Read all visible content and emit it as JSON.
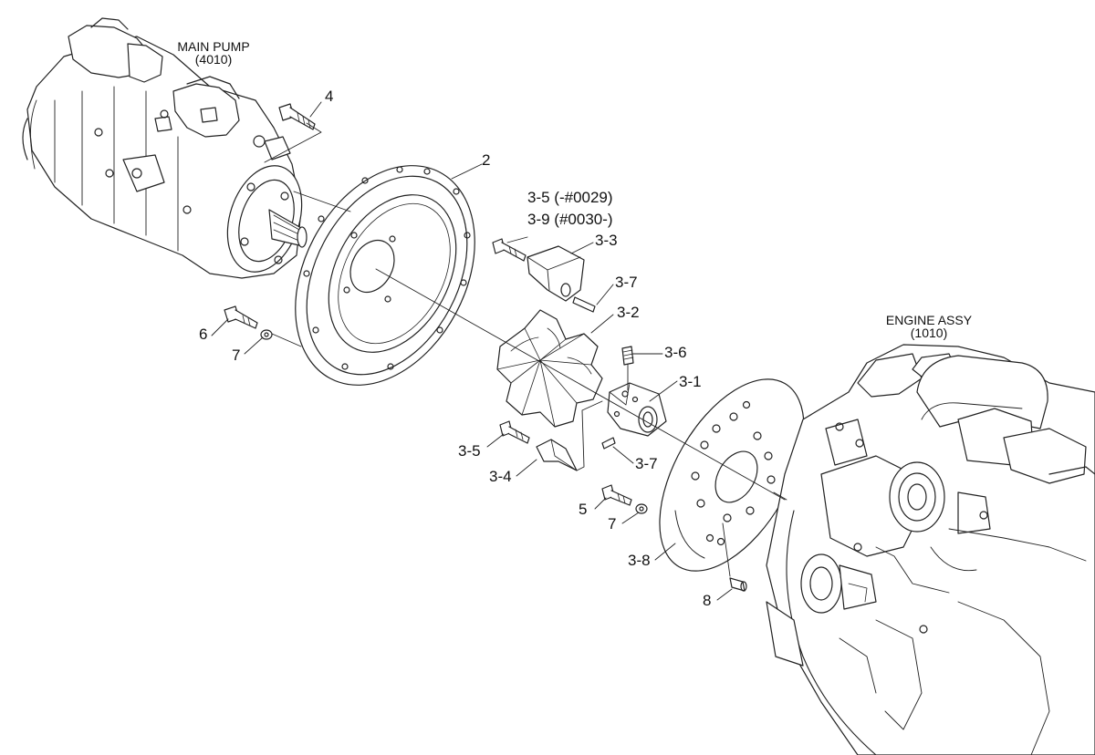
{
  "assemblies": {
    "main_pump": {
      "name": "MAIN PUMP",
      "code": "(4010)"
    },
    "engine": {
      "name": "ENGINE ASSY",
      "code": "(1010)"
    }
  },
  "callouts": {
    "c4": "4",
    "c2": "2",
    "c35a": "3-5 (-#0029)",
    "c39": "3-9 (#0030-)",
    "c33": "3-3",
    "c37a": "3-7",
    "c32": "3-2",
    "c6": "6",
    "c7a": "7",
    "c36": "3-6",
    "c31": "3-1",
    "c35b": "3-5",
    "c37b": "3-7",
    "c34": "3-4",
    "c5": "5",
    "c7b": "7",
    "c38": "3-8",
    "c8": "8"
  }
}
